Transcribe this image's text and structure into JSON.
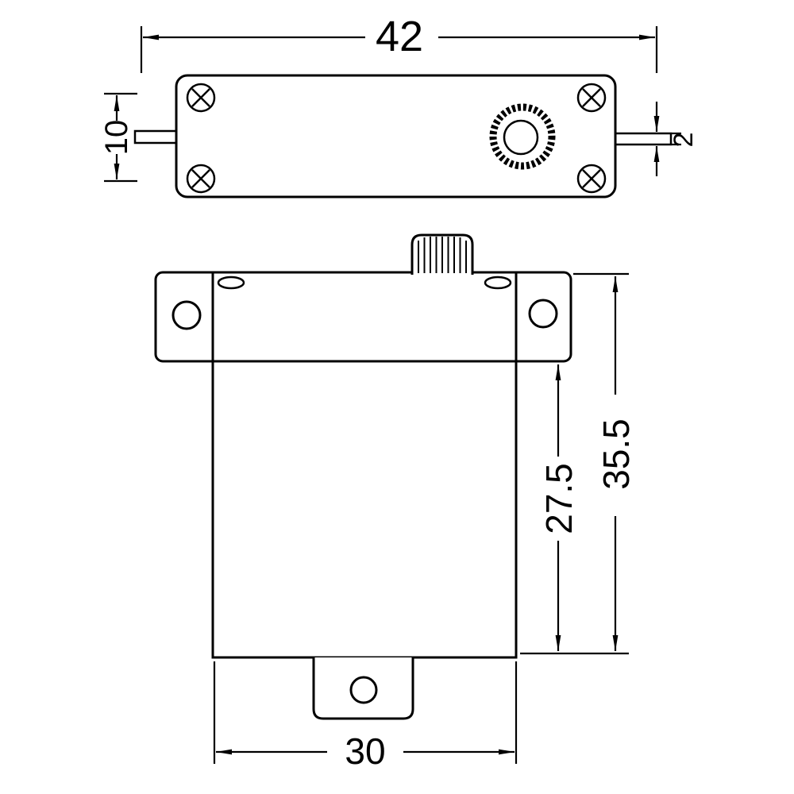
{
  "drawing": {
    "background_color": "#ffffff",
    "line_color": "#000000",
    "dimensions": {
      "overall_width": "42",
      "left_end_height": "10",
      "output_shaft_thickness": "2",
      "body_height": "27.5",
      "overall_height": "35.5",
      "body_width": "30"
    }
  }
}
